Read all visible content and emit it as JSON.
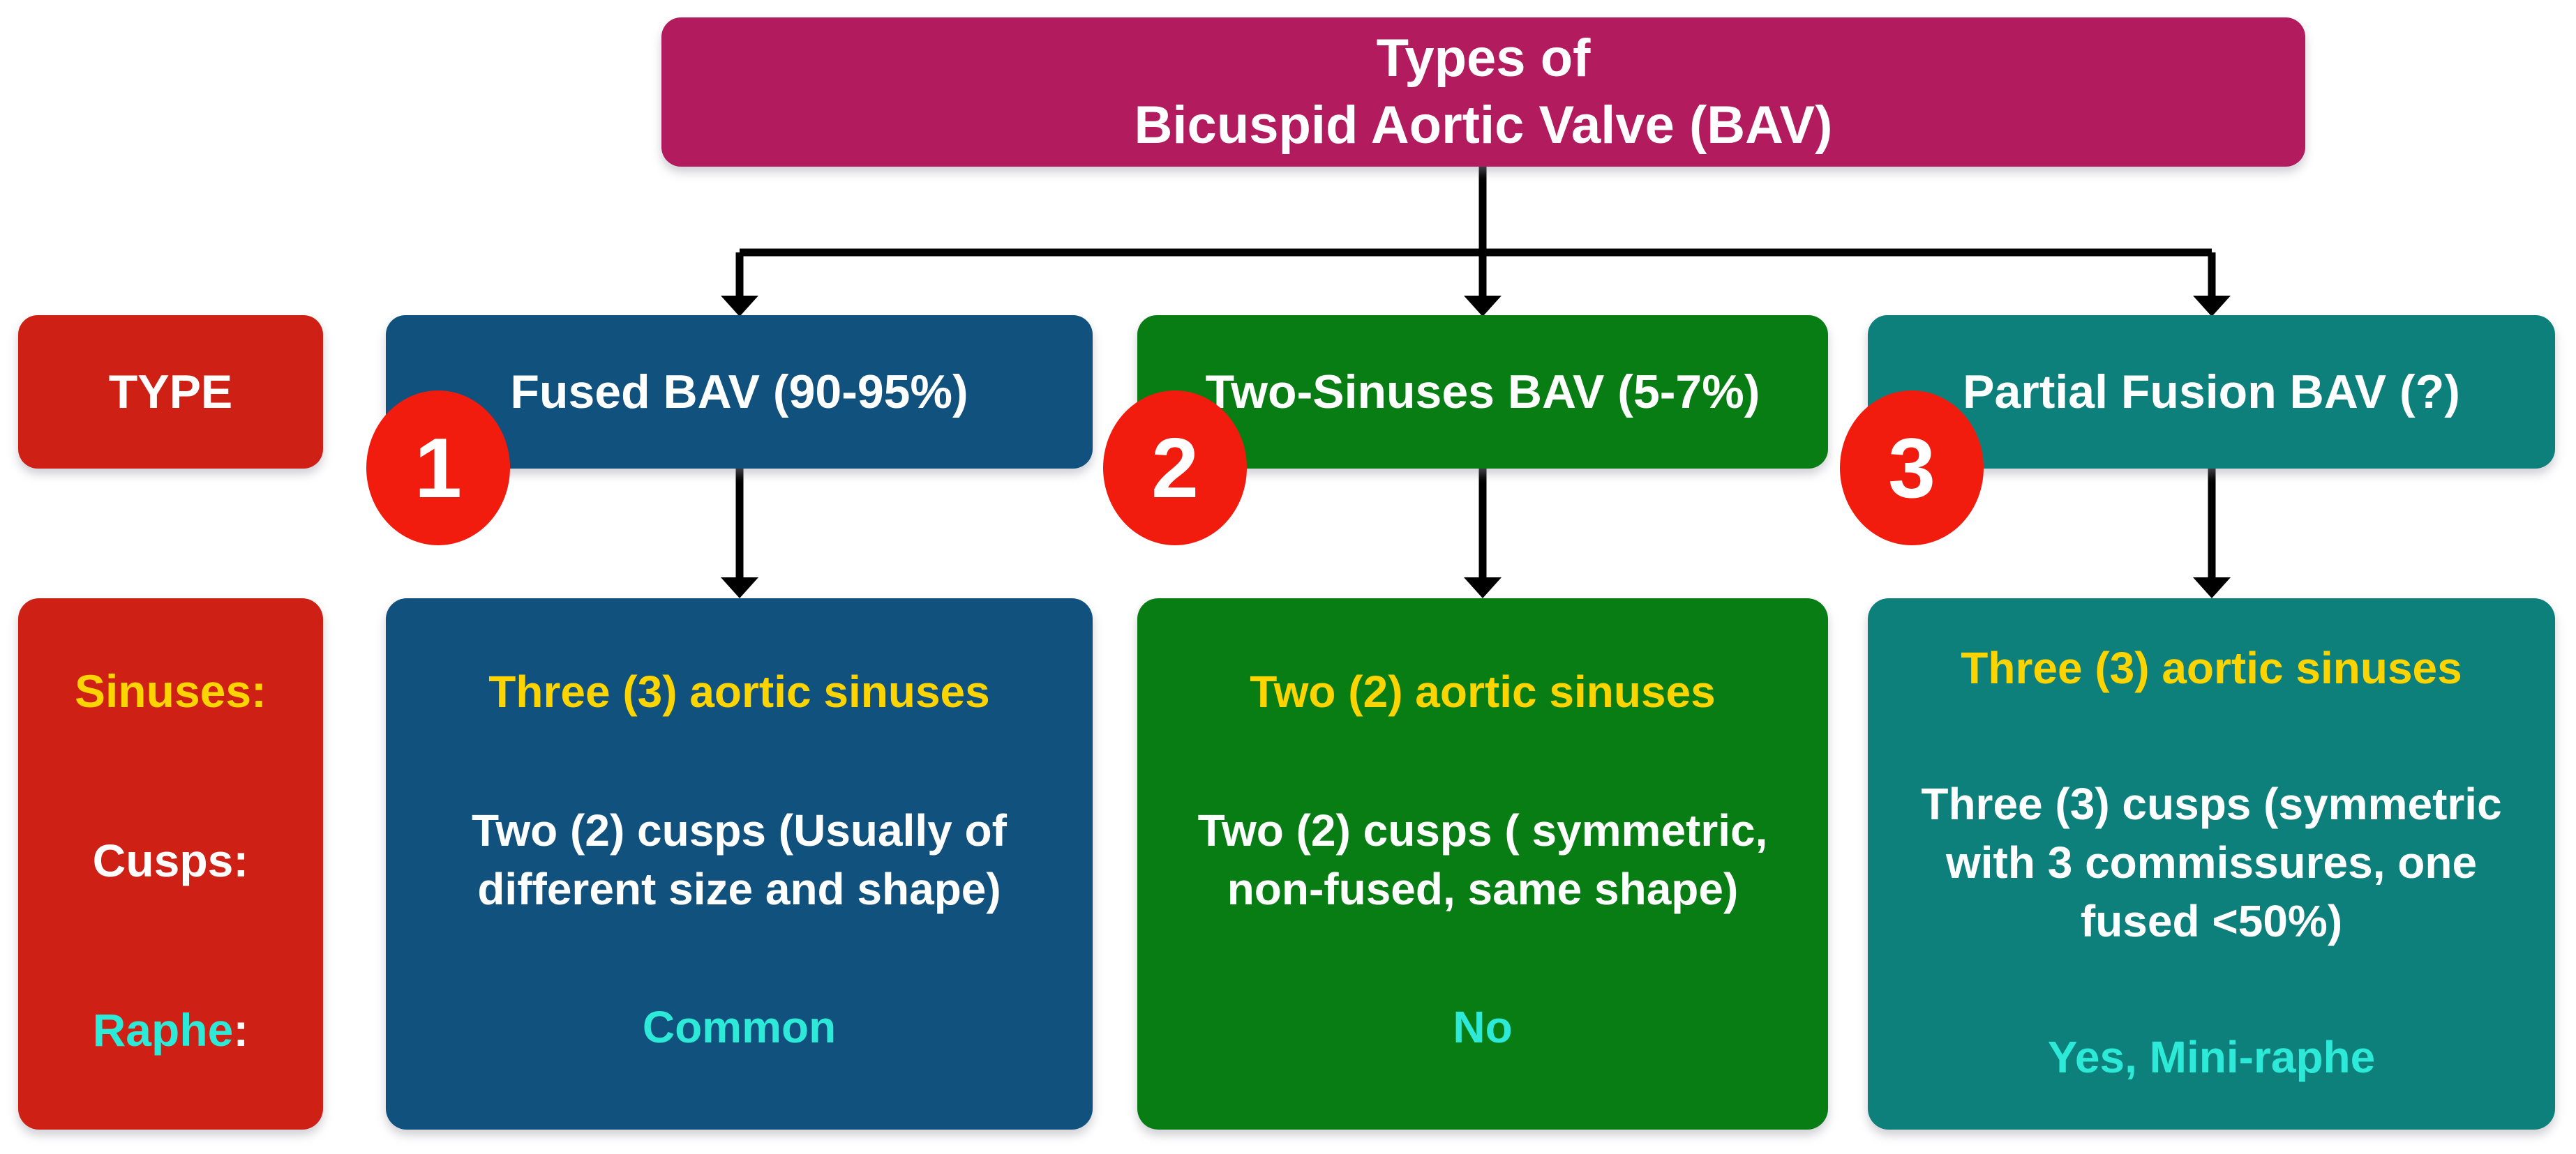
{
  "diagram": {
    "title": {
      "line1": "Types of",
      "line2": "Bicuspid Aortic Valve (BAV)"
    },
    "type_label": "TYPE",
    "row_labels": {
      "sinuses": "Sinuses:",
      "cusps": "Cusps:",
      "raphe": "Raphe",
      "raphe_colon": ":"
    },
    "columns": [
      {
        "number": "1",
        "header": "Fused BAV (90-95%)",
        "sinuses": "Three (3) aortic sinuses",
        "cusps": "Two (2) cusps (Usually of\ndifferent size and shape)",
        "raphe": "Common"
      },
      {
        "number": "2",
        "header": "Two-Sinuses BAV (5-7%)",
        "sinuses": "Two (2) aortic sinuses",
        "cusps": "Two (2) cusps ( symmetric,\nnon-fused, same shape)",
        "raphe": "No"
      },
      {
        "number": "3",
        "header": "Partial Fusion BAV (?)",
        "sinuses": "Three (3) aortic sinuses",
        "cusps": "Three (3) cusps (symmetric\nwith 3 commissures, one\nfused <50%)",
        "raphe": "Yes, Mini-raphe"
      }
    ],
    "colors": {
      "title_bg": "#b21b5e",
      "label_bg": "#cf2016",
      "badge_bg": "#f11c0e",
      "col1_bg": "#11517e",
      "col2_bg": "#087d14",
      "col3_bg": "#0d807b",
      "yellow": "#fcd402",
      "cyan": "#2ce9d8",
      "white": "#ffffff",
      "connector": "#000000"
    }
  }
}
